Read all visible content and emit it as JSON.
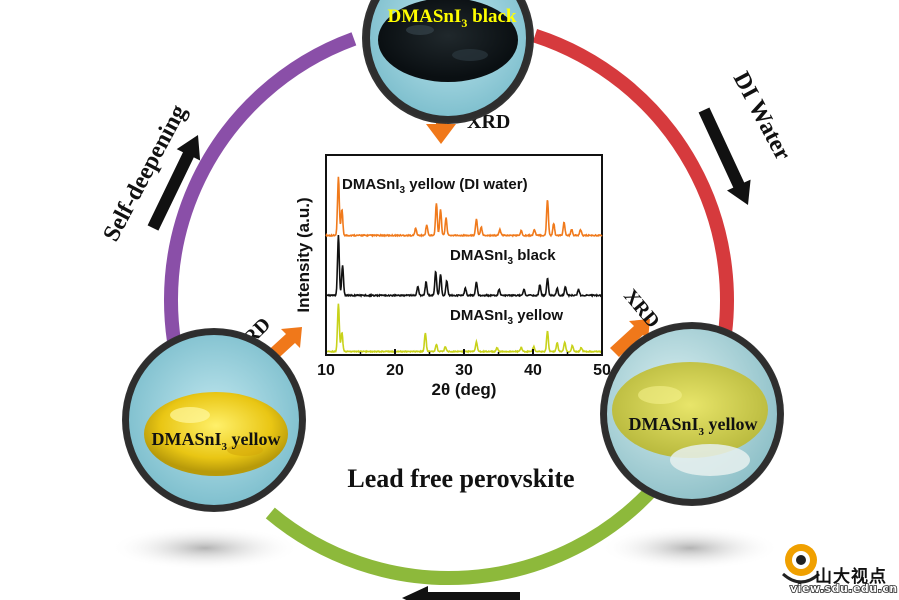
{
  "cycle": {
    "top_sample_label": "DMASnI",
    "top_sample_suffix": "black",
    "right_sample_label": "DMASnI",
    "right_sample_suffix": "yellow",
    "left_sample_label": "DMASnI",
    "left_sample_suffix": "yellow",
    "subscript": "3",
    "step_right": "DI Water",
    "step_left": "Self-deepening",
    "xrd_top": "XRD",
    "xrd_right": "XRD",
    "xrd_left": "XRD",
    "caption": "Lead free perovskite",
    "arc_colors": {
      "top_right": "#d63a3d",
      "bottom": "#8db93b",
      "left": "#8a4fa8",
      "arrow_orange": "#f0781a"
    }
  },
  "chart_data": {
    "type": "line",
    "xlabel": "2θ (deg)",
    "ylabel": "Intensity (a.u.)",
    "xlim": [
      10,
      50
    ],
    "xticks": [
      "10",
      "20",
      "30",
      "40",
      "50"
    ],
    "series": [
      {
        "name_prefix": "DMASnI",
        "name_sub": "3",
        "name_suffix": "yellow (DI water)",
        "color": "#f07a1c",
        "offset": 2,
        "peaks": [
          [
            11.8,
            1.0
          ],
          [
            12.3,
            0.45
          ],
          [
            23.0,
            0.12
          ],
          [
            24.6,
            0.18
          ],
          [
            26.0,
            0.55
          ],
          [
            26.6,
            0.45
          ],
          [
            27.4,
            0.3
          ],
          [
            31.8,
            0.28
          ],
          [
            32.5,
            0.15
          ],
          [
            35.2,
            0.1
          ],
          [
            38.3,
            0.08
          ],
          [
            40.2,
            0.1
          ],
          [
            42.1,
            0.62
          ],
          [
            43.0,
            0.2
          ],
          [
            44.5,
            0.22
          ],
          [
            45.6,
            0.1
          ],
          [
            46.9,
            0.1
          ]
        ]
      },
      {
        "name_prefix": "DMASnI",
        "name_sub": "3",
        "name_suffix": "black",
        "color": "#111111",
        "offset": 1,
        "peaks": [
          [
            11.8,
            1.0
          ],
          [
            12.4,
            0.5
          ],
          [
            23.3,
            0.15
          ],
          [
            24.5,
            0.22
          ],
          [
            25.9,
            0.4
          ],
          [
            26.6,
            0.35
          ],
          [
            27.5,
            0.25
          ],
          [
            30.2,
            0.12
          ],
          [
            31.8,
            0.22
          ],
          [
            35.1,
            0.1
          ],
          [
            38.7,
            0.1
          ],
          [
            41.0,
            0.18
          ],
          [
            42.1,
            0.28
          ],
          [
            43.5,
            0.12
          ],
          [
            44.7,
            0.15
          ],
          [
            46.6,
            0.1
          ]
        ]
      },
      {
        "name_prefix": "DMASnI",
        "name_sub": "3",
        "name_suffix": "yellow",
        "color": "#c8d21a",
        "offset": 0,
        "peaks": [
          [
            11.8,
            1.0
          ],
          [
            12.3,
            0.4
          ],
          [
            24.4,
            0.38
          ],
          [
            26.0,
            0.15
          ],
          [
            27.3,
            0.1
          ],
          [
            31.8,
            0.2
          ],
          [
            34.8,
            0.08
          ],
          [
            38.3,
            0.08
          ],
          [
            40.1,
            0.1
          ],
          [
            42.1,
            0.42
          ],
          [
            43.5,
            0.18
          ],
          [
            44.6,
            0.2
          ],
          [
            45.7,
            0.12
          ],
          [
            47.0,
            0.08
          ]
        ]
      }
    ]
  },
  "logo": {
    "name": "山大视点",
    "url_text": "view.sdu.edu.cn"
  }
}
